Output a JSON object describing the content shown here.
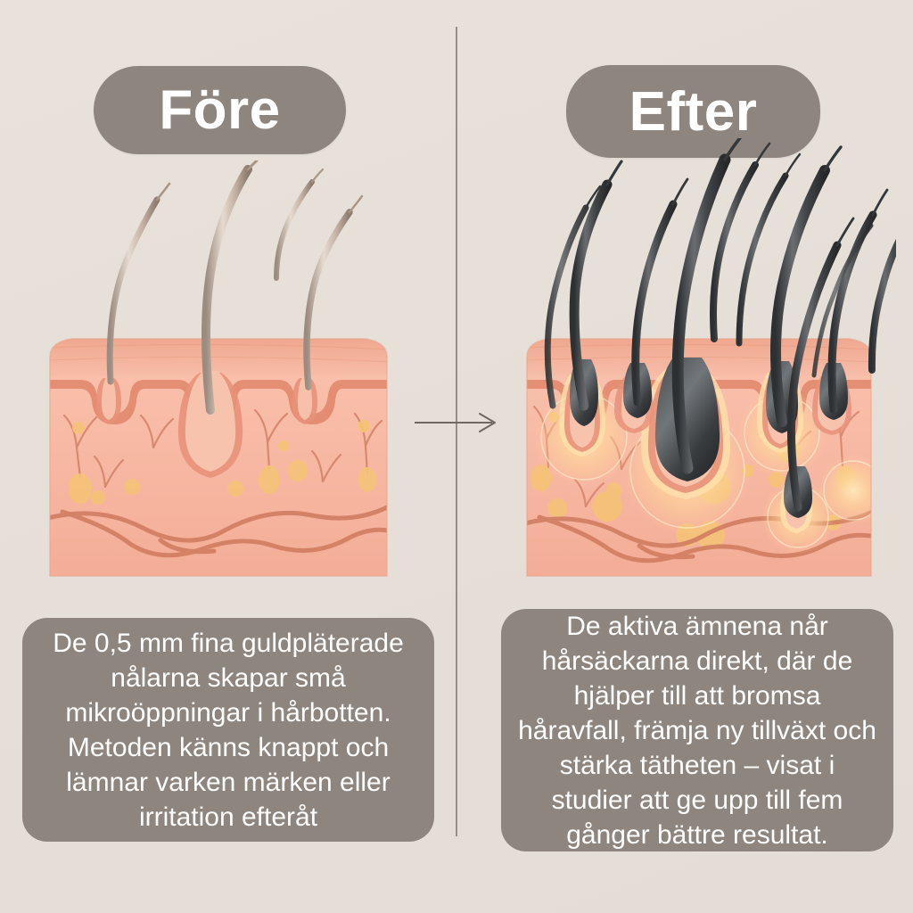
{
  "page": {
    "background_color": "#e6e0d9",
    "accent_color": "#8e857e",
    "divider_color": "#8a8078",
    "arrow_color": "#6f6760",
    "skin_color": "#f2b6a0",
    "hair_before_color": "#b3a094",
    "hair_after_color": "#3f4244",
    "glow_color": "#ffd79a"
  },
  "left_panel": {
    "badge_label": "Före",
    "badge_name": "before-badge",
    "illustration": {
      "name": "skin-cross-section-before",
      "alt": "Skin cross-section with four thin pale hair follicles",
      "hair_count": 4,
      "follicle_glow": false
    },
    "caption": "De 0,5 mm fina guldpläterade nålarna skapar små mikroöppningar i hårbotten. Metoden känns knappt och lämnar varken märken eller irritation efteråt"
  },
  "right_panel": {
    "badge_label": "Efter",
    "badge_name": "after-badge",
    "illustration": {
      "name": "skin-cross-section-after",
      "alt": "Skin cross-section with many thick dark hairs and glowing follicles",
      "hair_count": 11,
      "follicle_glow": true
    },
    "caption": "De aktiva ämnena når hårsäckarna direkt, där de hjälper till att bromsa håravfall, främja ny tillväxt och stärka tätheten – visat i studier att ge upp till fem gånger bättre resultat."
  },
  "transition": {
    "arrow_name": "before-after-arrow",
    "direction": "right"
  }
}
